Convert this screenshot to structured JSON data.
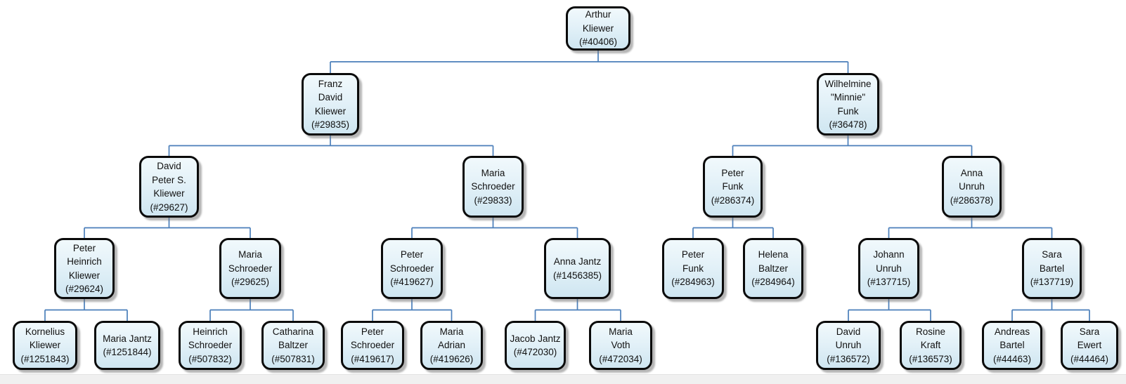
{
  "diagram": {
    "type": "family-tree",
    "levels": 5,
    "node_count": 27
  },
  "colors": {
    "connector": "#4a7eba",
    "node_border": "#0a0a0a",
    "node_fill_top": "#f1f9fc",
    "node_fill_bottom": "#cfe6f1",
    "text": "#111111",
    "scrollbar_track": "#f0f0f0"
  },
  "nodes": [
    {
      "id": "arthur-kliewer-40406",
      "name": "Arthur\nKliewer",
      "ref": "(#40406)",
      "children": [
        1,
        2
      ]
    },
    {
      "id": "franz-david-kliewer-29835",
      "name": "Franz\nDavid\nKliewer",
      "ref": "(#29835)",
      "children": [
        3,
        4
      ]
    },
    {
      "id": "wilhelmine-minnie-funk-36478",
      "name": "Wilhelmine\n\"Minnie\"\nFunk",
      "ref": "(#36478)",
      "children": [
        5,
        6
      ]
    },
    {
      "id": "david-peter-s-kliewer-29627",
      "name": "David\nPeter S.\nKliewer",
      "ref": "(#29627)",
      "children": [
        7,
        8
      ]
    },
    {
      "id": "maria-schroeder-29833",
      "name": "Maria\nSchroeder",
      "ref": "(#29833)",
      "children": [
        9,
        10
      ]
    },
    {
      "id": "peter-funk-286374",
      "name": "Peter\nFunk",
      "ref": "(#286374)",
      "children": [
        11,
        12
      ]
    },
    {
      "id": "anna-unruh-286378",
      "name": "Anna\nUnruh",
      "ref": "(#286378)",
      "children": [
        13,
        14
      ]
    },
    {
      "id": "peter-heinrich-kliewer-29624",
      "name": "Peter\nHeinrich\nKliewer",
      "ref": "(#29624)",
      "children": [
        15,
        16
      ]
    },
    {
      "id": "maria-schroeder-29625",
      "name": "Maria\nSchroeder",
      "ref": "(#29625)",
      "children": [
        17,
        18
      ]
    },
    {
      "id": "peter-schroeder-419627",
      "name": "Peter\nSchroeder",
      "ref": "(#419627)",
      "children": [
        19,
        20
      ]
    },
    {
      "id": "anna-jantz-1456385",
      "name": "Anna Jantz",
      "ref": "(#1456385)",
      "children": [
        21,
        22
      ]
    },
    {
      "id": "peter-funk-284963",
      "name": "Peter\nFunk",
      "ref": "(#284963)",
      "children": []
    },
    {
      "id": "helena-baltzer-284964",
      "name": "Helena\nBaltzer",
      "ref": "(#284964)",
      "children": []
    },
    {
      "id": "johann-unruh-137715",
      "name": "Johann\nUnruh",
      "ref": "(#137715)",
      "children": [
        23,
        24
      ]
    },
    {
      "id": "sara-bartel-137719",
      "name": "Sara\nBartel",
      "ref": "(#137719)",
      "children": [
        25,
        26
      ]
    },
    {
      "id": "kornelius-kliewer-1251843",
      "name": "Kornelius\nKliewer",
      "ref": "(#1251843)",
      "children": []
    },
    {
      "id": "maria-jantz-1251844",
      "name": "Maria Jantz",
      "ref": "(#1251844)",
      "children": []
    },
    {
      "id": "heinrich-schroeder-507832",
      "name": "Heinrich\nSchroeder",
      "ref": "(#507832)",
      "children": []
    },
    {
      "id": "catharina-baltzer-507831",
      "name": "Catharina\nBaltzer",
      "ref": "(#507831)",
      "children": []
    },
    {
      "id": "peter-schroeder-419617",
      "name": "Peter\nSchroeder",
      "ref": "(#419617)",
      "children": []
    },
    {
      "id": "maria-adrian-419626",
      "name": "Maria\nAdrian",
      "ref": "(#419626)",
      "children": []
    },
    {
      "id": "jacob-jantz-472030",
      "name": "Jacob Jantz",
      "ref": "(#472030)",
      "children": []
    },
    {
      "id": "maria-voth-472034",
      "name": "Maria\nVoth",
      "ref": "(#472034)",
      "children": []
    },
    {
      "id": "david-unruh-136572",
      "name": "David\nUnruh",
      "ref": "(#136572)",
      "children": []
    },
    {
      "id": "rosine-kraft-136573",
      "name": "Rosine\nKraft",
      "ref": "(#136573)",
      "children": []
    },
    {
      "id": "andreas-bartel-44463",
      "name": "Andreas\nBartel",
      "ref": "(#44463)",
      "children": []
    },
    {
      "id": "sara-ewert-44464",
      "name": "Sara\nEwert",
      "ref": "(#44464)",
      "children": []
    }
  ]
}
